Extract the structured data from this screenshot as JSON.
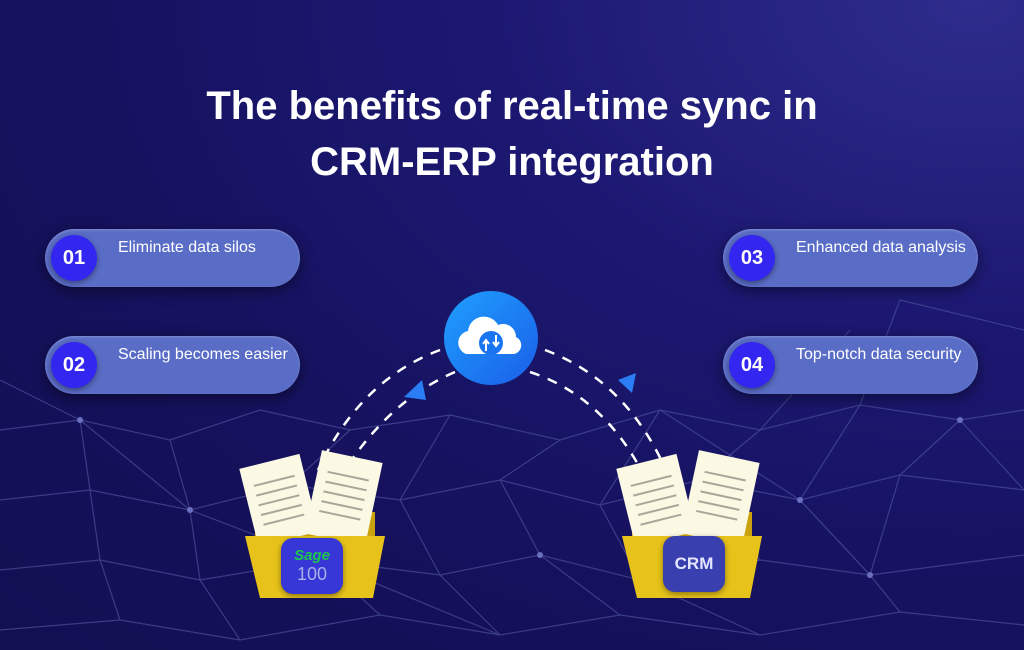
{
  "title_line1": "The benefits of real-time sync in",
  "title_line2": "CRM-ERP integration",
  "benefits": [
    {
      "number": "01",
      "text": "Eliminate data silos"
    },
    {
      "number": "02",
      "text": "Scaling becomes easier"
    },
    {
      "number": "03",
      "text": "Enhanced data analysis"
    },
    {
      "number": "04",
      "text": "Top-notch data security"
    }
  ],
  "left_system": {
    "brand": "Sage",
    "model": "100"
  },
  "right_system": {
    "label": "CRM"
  },
  "colors": {
    "pill": "#5a6dc6",
    "number": "#3226f0",
    "cloud": "#1e7cf5",
    "sage_green": "#1ec84a",
    "folder": "#e6c21a"
  }
}
